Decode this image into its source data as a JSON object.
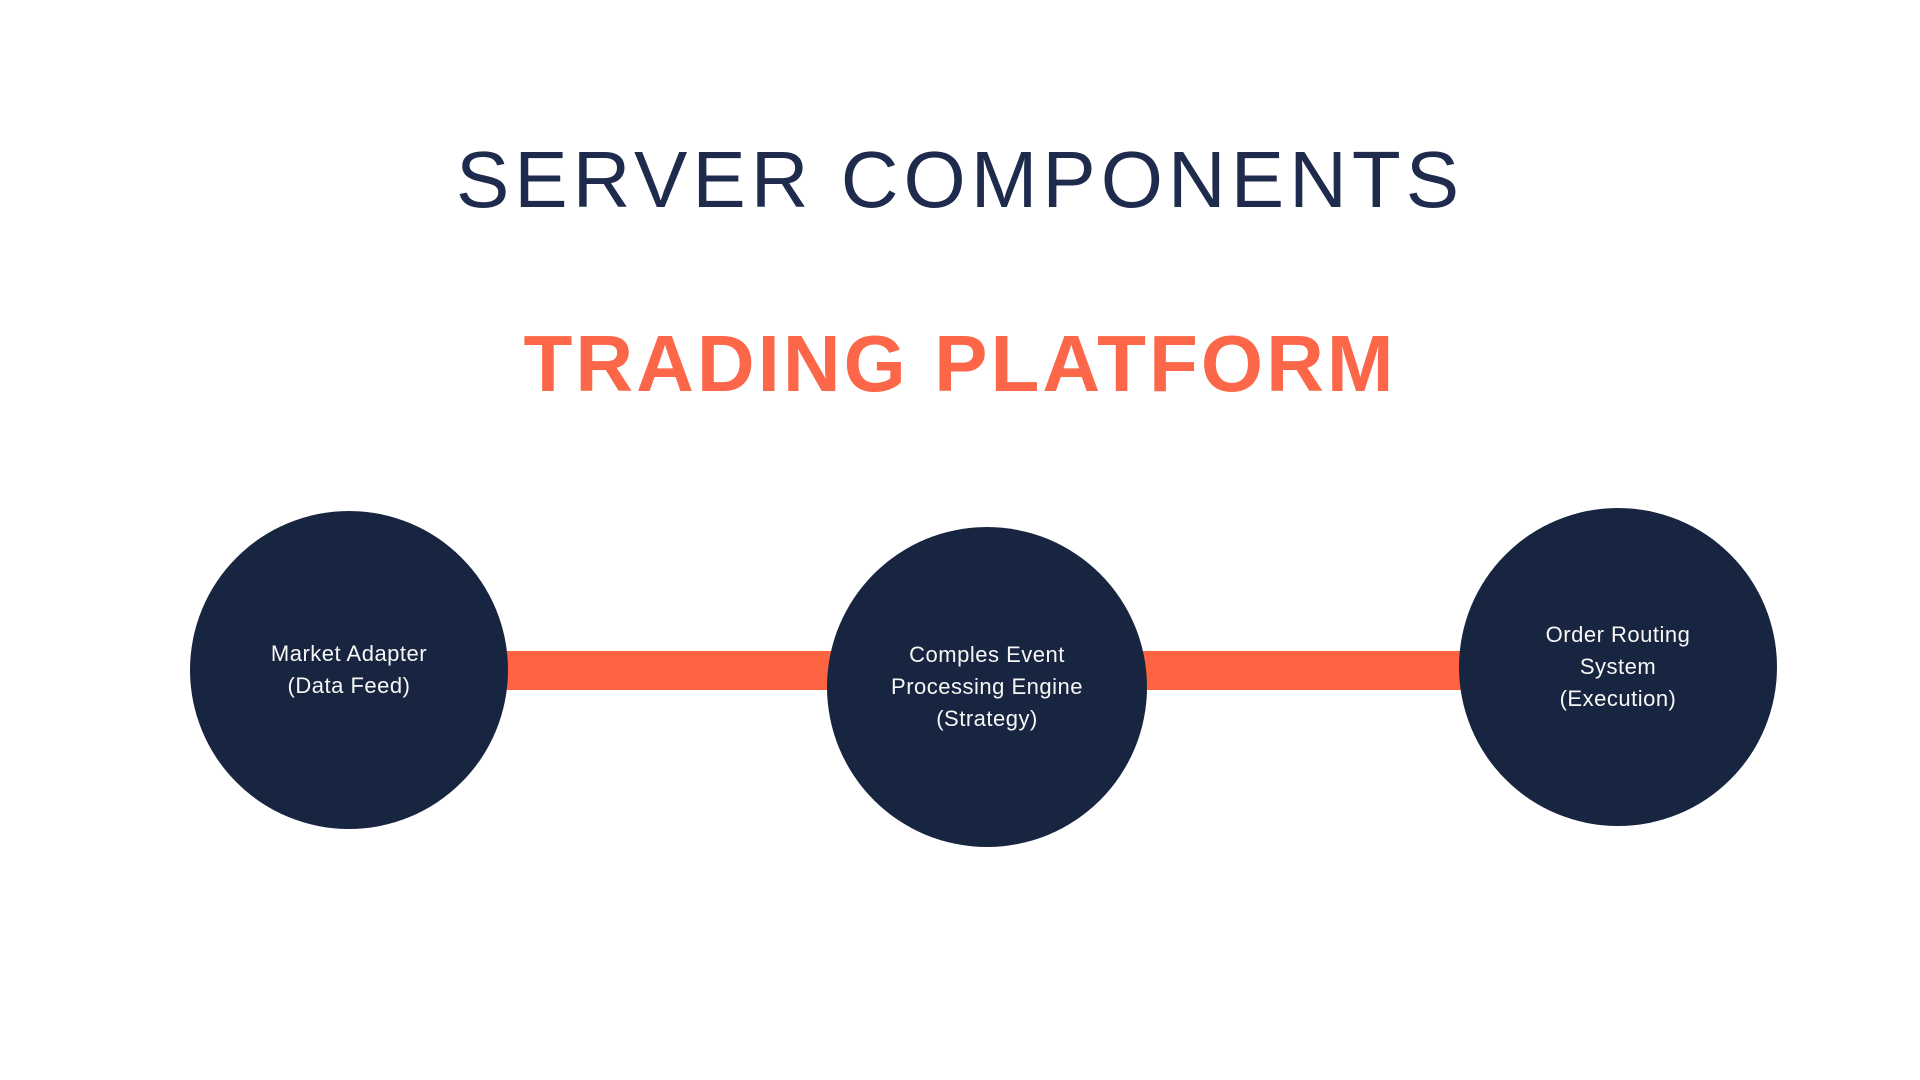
{
  "header": {
    "title": "SERVER COMPONENTS",
    "subtitle": "TRADING PLATFORM"
  },
  "nodes": [
    {
      "id": "market-adapter",
      "lines": [
        "Market Adapter",
        "(Data Feed)"
      ]
    },
    {
      "id": "cep-engine",
      "lines": [
        "Comples Event",
        "Processing Engine",
        "(Strategy)"
      ]
    },
    {
      "id": "order-routing",
      "lines": [
        "Order Routing",
        "System",
        "(Execution)"
      ]
    }
  ],
  "connectors": [
    {
      "from": "market-adapter",
      "to": "cep-engine"
    },
    {
      "from": "cep-engine",
      "to": "order-routing"
    }
  ],
  "colors": {
    "background": "#FFFFFF",
    "title-navy": "#1F2B4D",
    "node-navy": "#182540",
    "accent-orange": "#FB6748",
    "connector-orange": "#FF6442",
    "node-text": "#F7F7F5"
  }
}
